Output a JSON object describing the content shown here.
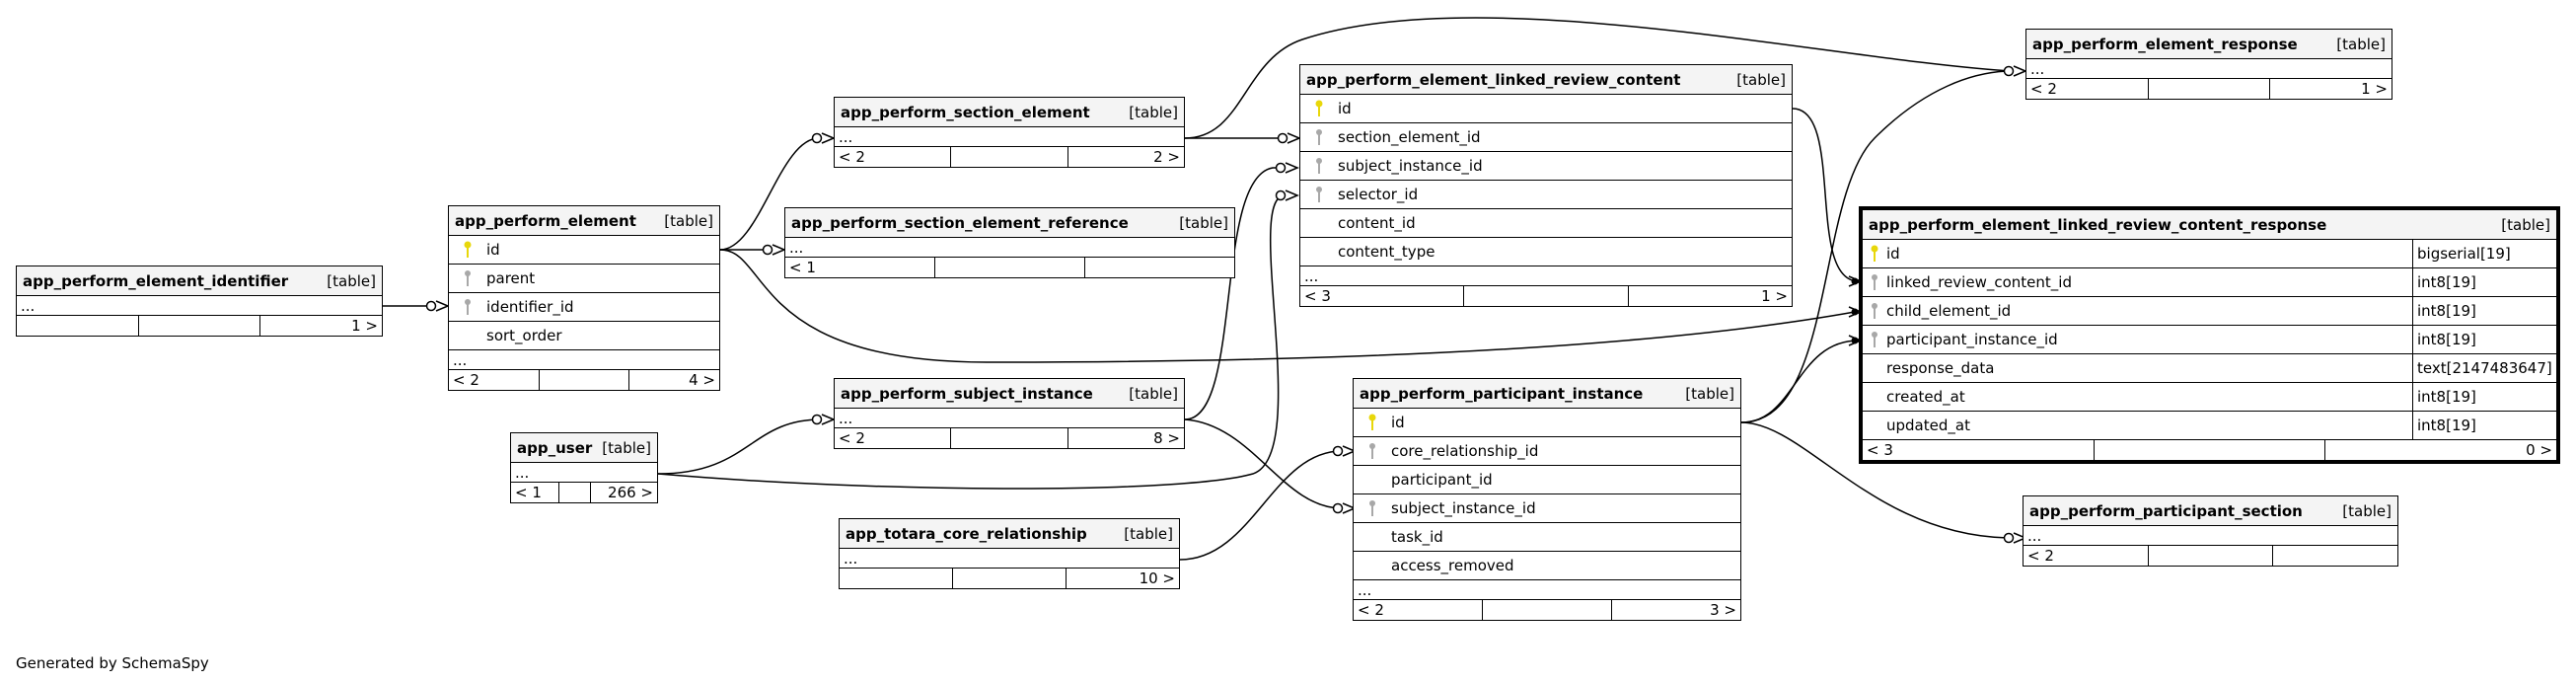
{
  "credit": "Generated by SchemaSpy",
  "colors": {
    "primary_key": "#e8d70a",
    "foreign_key": "#a8a8a8",
    "header_bg": "#f4f4f4",
    "line": "#000000"
  },
  "tables": {
    "app_perform_element_identifier": {
      "name": "app_perform_element_identifier",
      "kind": "[table]",
      "ellipsis": "...",
      "foot": [
        "",
        "",
        "1 >"
      ]
    },
    "app_perform_element": {
      "name": "app_perform_element",
      "kind": "[table]",
      "columns": [
        {
          "name": "id",
          "key": "pk"
        },
        {
          "name": "parent",
          "key": "fk"
        },
        {
          "name": "identifier_id",
          "key": "fk"
        },
        {
          "name": "sort_order",
          "key": ""
        }
      ],
      "ellipsis": "...",
      "foot": [
        "< 2",
        "",
        "4 >"
      ]
    },
    "app_perform_section_element": {
      "name": "app_perform_section_element",
      "kind": "[table]",
      "ellipsis": "...",
      "foot": [
        "< 2",
        "",
        "2 >"
      ]
    },
    "app_perform_section_element_reference": {
      "name": "app_perform_section_element_reference",
      "kind": "[table]",
      "ellipsis": "...",
      "foot": [
        "< 1",
        "",
        ""
      ]
    },
    "app_perform_subject_instance": {
      "name": "app_perform_subject_instance",
      "kind": "[table]",
      "ellipsis": "...",
      "foot": [
        "< 2",
        "",
        "8 >"
      ]
    },
    "app_user": {
      "name": "app_user",
      "kind": "[table]",
      "ellipsis": "...",
      "foot": [
        "< 1",
        "",
        "266 >"
      ]
    },
    "app_totara_core_relationship": {
      "name": "app_totara_core_relationship",
      "kind": "[table]",
      "ellipsis": "...",
      "foot": [
        "",
        "",
        "10 >"
      ]
    },
    "app_perform_element_linked_review_content": {
      "name": "app_perform_element_linked_review_content",
      "kind": "[table]",
      "columns": [
        {
          "name": "id",
          "key": "pk"
        },
        {
          "name": "section_element_id",
          "key": "fk"
        },
        {
          "name": "subject_instance_id",
          "key": "fk"
        },
        {
          "name": "selector_id",
          "key": "fk"
        },
        {
          "name": "content_id",
          "key": ""
        },
        {
          "name": "content_type",
          "key": ""
        }
      ],
      "ellipsis": "...",
      "foot": [
        "< 3",
        "",
        "1 >"
      ]
    },
    "app_perform_participant_instance": {
      "name": "app_perform_participant_instance",
      "kind": "[table]",
      "columns": [
        {
          "name": "id",
          "key": "pk"
        },
        {
          "name": "core_relationship_id",
          "key": "fk"
        },
        {
          "name": "participant_id",
          "key": ""
        },
        {
          "name": "subject_instance_id",
          "key": "fk"
        },
        {
          "name": "task_id",
          "key": ""
        },
        {
          "name": "access_removed",
          "key": ""
        }
      ],
      "ellipsis": "...",
      "foot": [
        "< 2",
        "",
        "3 >"
      ]
    },
    "app_perform_element_response": {
      "name": "app_perform_element_response",
      "kind": "[table]",
      "ellipsis": "...",
      "foot": [
        "< 2",
        "",
        "1 >"
      ]
    },
    "app_perform_element_linked_review_content_response": {
      "name": "app_perform_element_linked_review_content_response",
      "kind": "[table]",
      "columns": [
        {
          "name": "id",
          "key": "pk",
          "type": "bigserial[19]"
        },
        {
          "name": "linked_review_content_id",
          "key": "fk",
          "type": "int8[19]"
        },
        {
          "name": "child_element_id",
          "key": "fk",
          "type": "int8[19]"
        },
        {
          "name": "participant_instance_id",
          "key": "fk",
          "type": "int8[19]"
        },
        {
          "name": "response_data",
          "key": "",
          "type": "text[2147483647]"
        },
        {
          "name": "created_at",
          "key": "",
          "type": "int8[19]"
        },
        {
          "name": "updated_at",
          "key": "",
          "type": "int8[19]"
        }
      ],
      "foot": [
        "< 3",
        "",
        "0 >"
      ]
    },
    "app_perform_participant_section": {
      "name": "app_perform_participant_section",
      "kind": "[table]",
      "ellipsis": "...",
      "foot": [
        "< 2",
        "",
        ""
      ]
    }
  }
}
